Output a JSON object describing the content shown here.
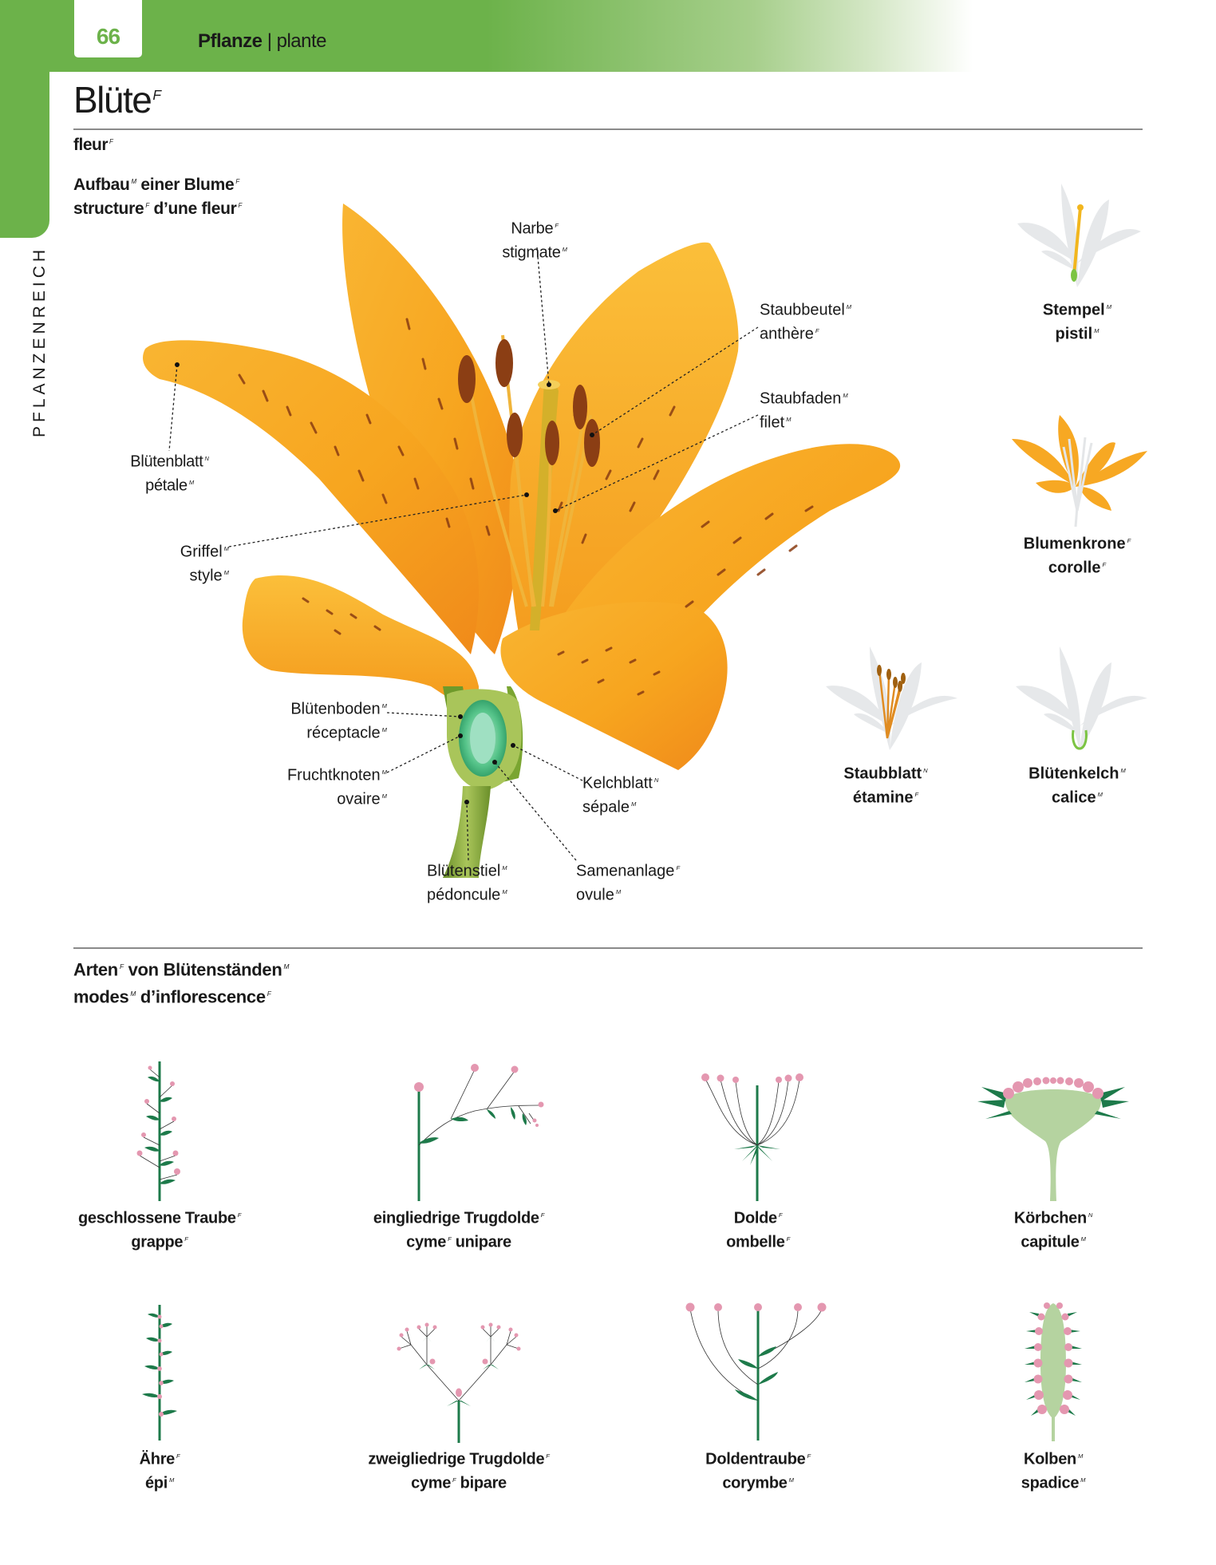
{
  "header": {
    "page_number": "66",
    "section_de": "Pflanze",
    "separator": " | ",
    "section_fr": "plante",
    "side_tab": "PFLANZENREICH",
    "accent_color": "#6cb24a"
  },
  "page": {
    "title": "Blüte",
    "title_gender": "F",
    "subtitle": "fleur",
    "subtitle_gender": "F"
  },
  "structure": {
    "heading_de": [
      "Aufbau",
      "M",
      "einer Blume",
      "F"
    ],
    "heading_fr": [
      "structure",
      "F",
      "d’une fleur",
      "F"
    ],
    "labels": [
      {
        "id": "narbe",
        "de": "Narbe",
        "de_g": "F",
        "fr": "stigmate",
        "fr_g": "M"
      },
      {
        "id": "staubbeutel",
        "de": "Staubbeutel",
        "de_g": "M",
        "fr": "anthère",
        "fr_g": "F"
      },
      {
        "id": "staubfaden",
        "de": "Staubfaden",
        "de_g": "M",
        "fr": "filet",
        "fr_g": "M"
      },
      {
        "id": "bluetenblatt",
        "de": "Blütenblatt",
        "de_g": "N",
        "fr": "pétale",
        "fr_g": "M"
      },
      {
        "id": "griffel",
        "de": "Griffel",
        "de_g": "M",
        "fr": "style",
        "fr_g": "M"
      },
      {
        "id": "bluetenboden",
        "de": "Blütenboden",
        "de_g": "M",
        "fr": "réceptacle",
        "fr_g": "M"
      },
      {
        "id": "fruchtknoten",
        "de": "Fruchtknoten",
        "de_g": "M",
        "fr": "ovaire",
        "fr_g": "M"
      },
      {
        "id": "kelchblatt",
        "de": "Kelchblatt",
        "de_g": "N",
        "fr": "sépale",
        "fr_g": "M"
      },
      {
        "id": "bluetenstiel",
        "de": "Blütenstiel",
        "de_g": "M",
        "fr": "pédoncule",
        "fr_g": "M"
      },
      {
        "id": "samenanlage",
        "de": "Samenanlage",
        "de_g": "F",
        "fr": "ovule",
        "fr_g": "M"
      }
    ],
    "parts": [
      {
        "id": "stempel",
        "de": "Stempel",
        "de_g": "M",
        "fr": "pistil",
        "fr_g": "M"
      },
      {
        "id": "blumenkrone",
        "de": "Blumenkrone",
        "de_g": "F",
        "fr": "corolle",
        "fr_g": "F"
      },
      {
        "id": "staubblatt",
        "de": "Staubblatt",
        "de_g": "N",
        "fr": "étamine",
        "fr_g": "F"
      },
      {
        "id": "bluetenkelch",
        "de": "Blütenkelch",
        "de_g": "M",
        "fr": "calice",
        "fr_g": "M"
      }
    ]
  },
  "inflorescence": {
    "heading_de": [
      "Arten",
      "F",
      "von Blütenständen",
      "M"
    ],
    "heading_fr": [
      "modes",
      "M",
      "d’inflorescence",
      "F"
    ],
    "types": [
      {
        "id": "traube",
        "de": "geschlossene Traube",
        "de_g": "F",
        "fr": "grappe",
        "fr_g": "F",
        "fr_suffix": ""
      },
      {
        "id": "trugdolde1",
        "de": "eingliedrige Trugdolde",
        "de_g": "F",
        "fr": "cyme",
        "fr_g": "F",
        "fr_suffix": "unipare"
      },
      {
        "id": "dolde",
        "de": "Dolde",
        "de_g": "F",
        "fr": "ombelle",
        "fr_g": "F",
        "fr_suffix": ""
      },
      {
        "id": "koerbchen",
        "de": "Körbchen",
        "de_g": "N",
        "fr": "capitule",
        "fr_g": "M",
        "fr_suffix": ""
      },
      {
        "id": "aehre",
        "de": "Ähre",
        "de_g": "F",
        "fr": "épi",
        "fr_g": "M",
        "fr_suffix": ""
      },
      {
        "id": "trugdolde2",
        "de": "zweigliedrige Trugdolde",
        "de_g": "F",
        "fr": "cyme",
        "fr_g": "F",
        "fr_suffix": "bipare"
      },
      {
        "id": "doldentraube",
        "de": "Doldentraube",
        "de_g": "F",
        "fr": "corymbe",
        "fr_g": "M",
        "fr_suffix": ""
      },
      {
        "id": "kolben",
        "de": "Kolben",
        "de_g": "M",
        "fr": "spadice",
        "fr_g": "M",
        "fr_suffix": ""
      }
    ]
  },
  "colors": {
    "green_accent": "#6cb24a",
    "petal_orange": "#f7a823",
    "stem_green": "#1d7a4a",
    "flower_pink": "#e497b0",
    "receptacle_green": "#b5d3a0"
  }
}
